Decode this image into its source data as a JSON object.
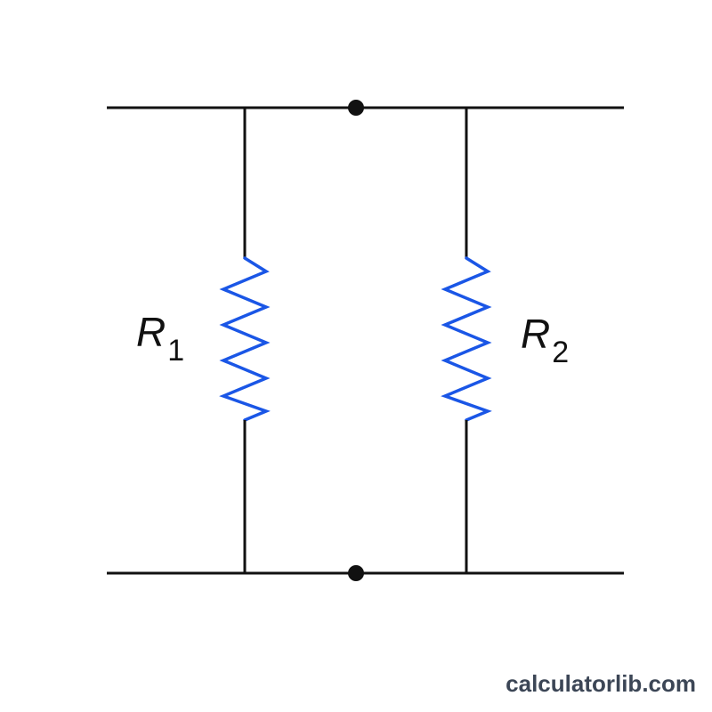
{
  "diagram": {
    "resistors": [
      {
        "symbol": "R",
        "subscript": "1"
      },
      {
        "symbol": "R",
        "subscript": "2"
      }
    ],
    "colors": {
      "wire": "#111111",
      "resistor": "#1a56e6",
      "node": "#111111",
      "background": "#ffffff"
    }
  },
  "watermark": {
    "text": "calculatorlib.com"
  }
}
